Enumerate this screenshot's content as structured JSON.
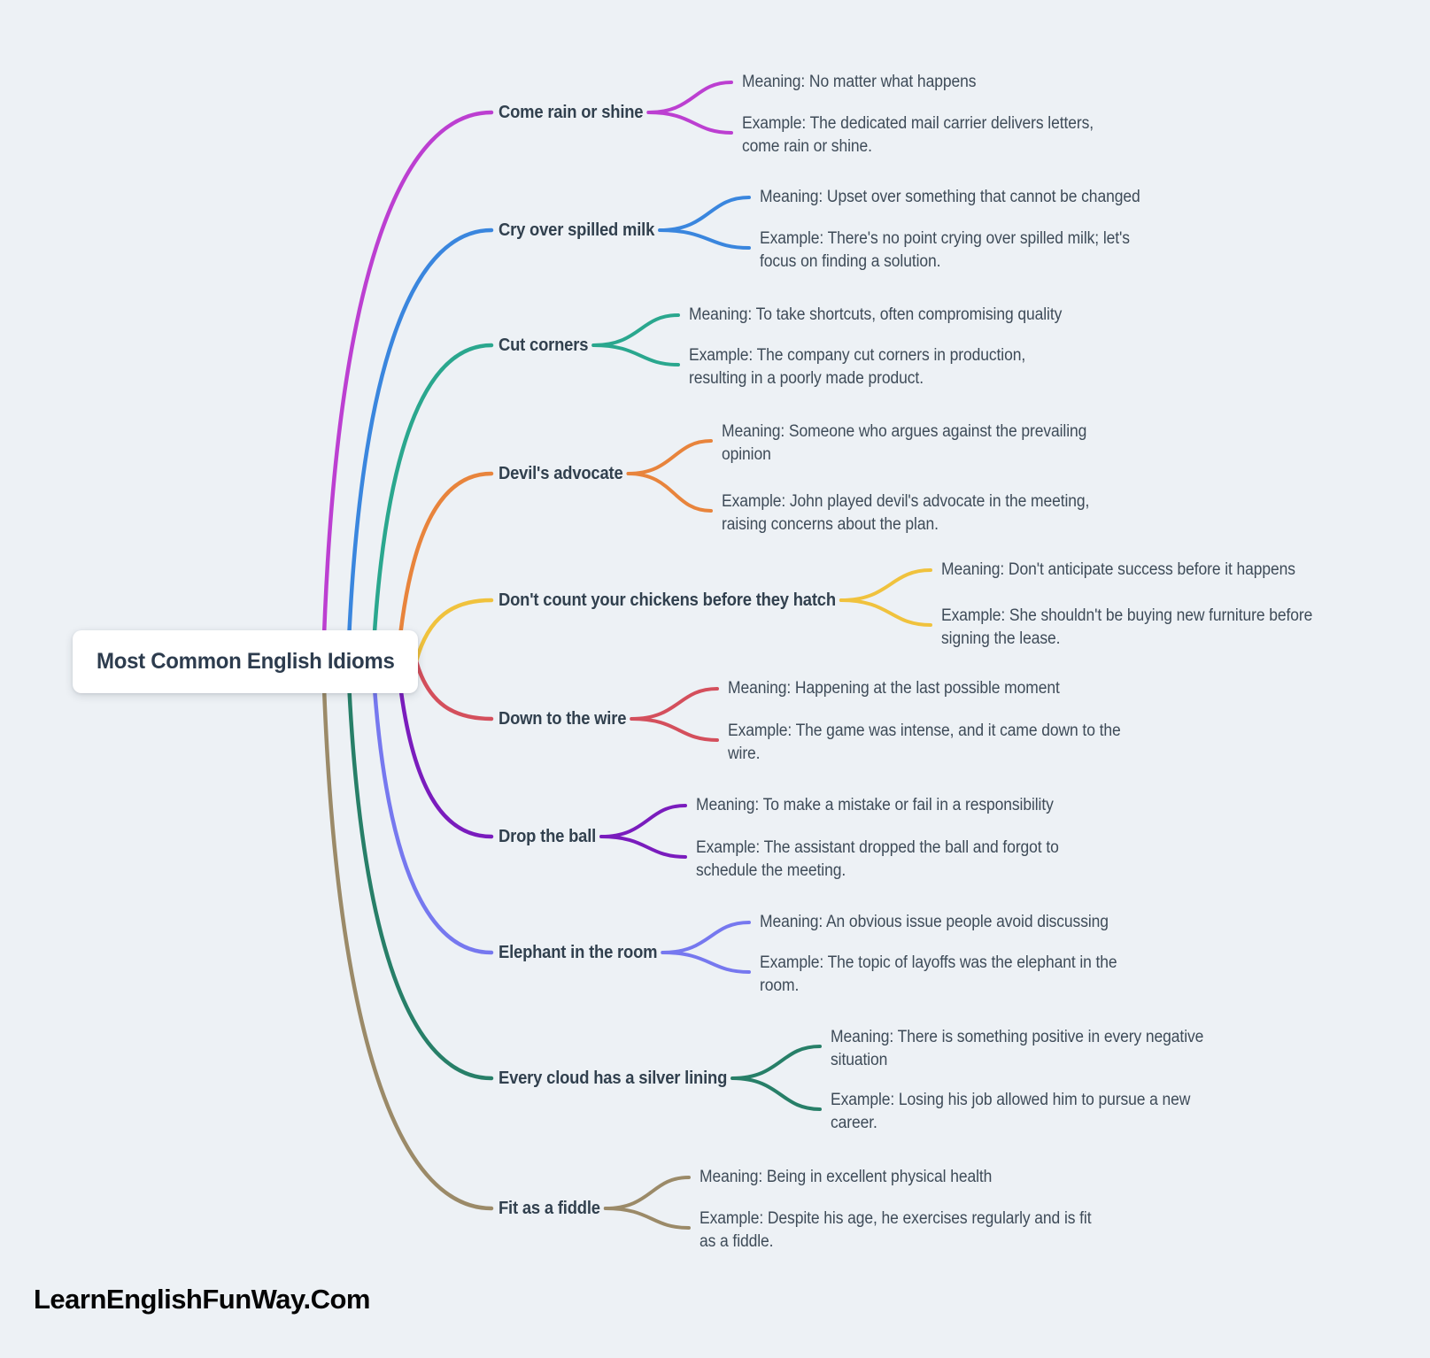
{
  "title": "Most Common English Idioms",
  "watermark": "LearnEnglishFunWay.Com",
  "background_color": "#edf1f5",
  "branches": [
    {
      "label": "Come rain or shine",
      "color": "#bc3fd1",
      "meaning": "Meaning: No matter what happens",
      "example": "Example: The dedicated mail carrier delivers letters,\ncome rain or shine."
    },
    {
      "label": "Cry over spilled milk",
      "color": "#3a86de",
      "meaning": "Meaning: Upset over something that cannot be changed",
      "example": "Example: There's no point crying over spilled milk; let's\nfocus on finding a solution."
    },
    {
      "label": "Cut corners",
      "color": "#2aa78e",
      "meaning": "Meaning: To take shortcuts, often compromising quality",
      "example": "Example: The company cut corners in production,\nresulting in a poorly made product."
    },
    {
      "label": "Devil's advocate",
      "color": "#e8843c",
      "meaning": "Meaning: Someone who argues against the prevailing\nopinion",
      "example": "Example: John played devil's advocate in the meeting,\nraising concerns about the plan."
    },
    {
      "label": "Don't count your chickens before they hatch",
      "color": "#f0c23d",
      "meaning": "Meaning: Don't anticipate success before it happens",
      "example": "Example: She shouldn't be buying new furniture before\nsigning the lease."
    },
    {
      "label": "Down to the wire",
      "color": "#d44f5c",
      "meaning": "Meaning: Happening at the last possible moment",
      "example": "Example: The game was intense, and it came down to the\nwire."
    },
    {
      "label": "Drop the ball",
      "color": "#7a1cbd",
      "meaning": "Meaning: To make a mistake or fail in a responsibility",
      "example": "Example: The assistant dropped the ball and forgot to\nschedule the meeting."
    },
    {
      "label": "Elephant in the room",
      "color": "#7678ef",
      "meaning": "Meaning: An obvious issue people avoid discussing",
      "example": "Example: The topic of layoffs was the elephant in the\nroom."
    },
    {
      "label": "Every cloud has a silver lining",
      "color": "#277f68",
      "meaning": "Meaning: There is something positive in every negative\nsituation",
      "example": "Example: Losing his job allowed him to pursue a new\ncareer."
    },
    {
      "label": "Fit as a fiddle",
      "color": "#9b8a68",
      "meaning": "Meaning: Being in excellent physical health",
      "example": "Example: Despite his age, he exercises regularly and is fit\nas a fiddle."
    }
  ]
}
